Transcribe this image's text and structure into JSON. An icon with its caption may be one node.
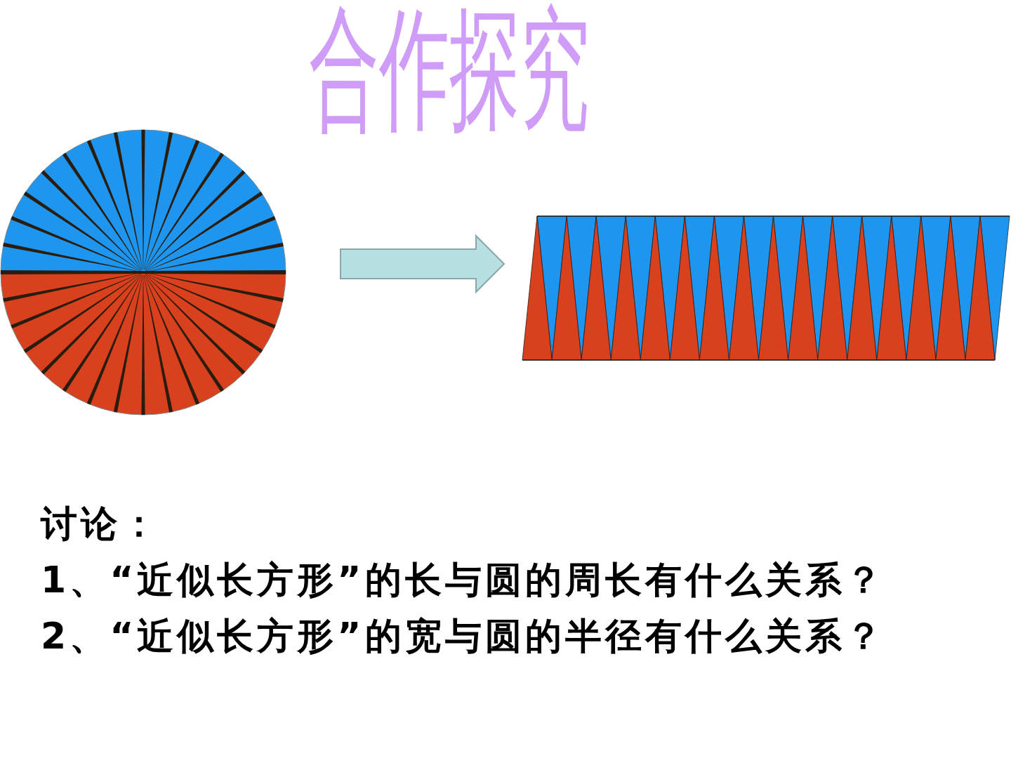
{
  "diagram": {
    "title": "合作探究",
    "nodes": [
      {
        "text": [],
        "shape": "circle"
      },
      {
        "text": [],
        "shape": "picture"
      }
    ],
    "edges": [
      {
        "from": 0,
        "to": 1,
        "arrow": "to"
      }
    ],
    "labels": [
      "讨论：",
      "1、“近似长方形”的长与圆的周长有什么关系？",
      "2、“近似长方形”的宽与圆的半径有什么关系？"
    ]
  }
}
